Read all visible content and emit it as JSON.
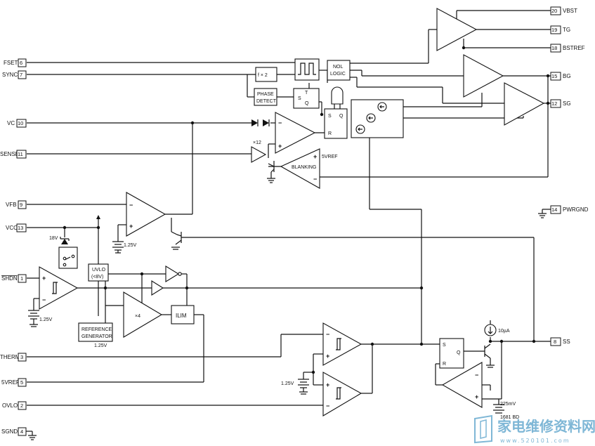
{
  "pins": {
    "fset": {
      "name": "FSET",
      "num": "6"
    },
    "sync": {
      "name": "SYNC",
      "num": "7"
    },
    "vc": {
      "name": "VC",
      "num": "10"
    },
    "sense": {
      "name": "SENSE",
      "num": "11"
    },
    "vfb": {
      "name": "VFB",
      "num": "9"
    },
    "vcc": {
      "name": "VCC",
      "num": "13"
    },
    "shdn": {
      "name": "SHDN",
      "num": "1"
    },
    "therm": {
      "name": "THERM",
      "num": "3"
    },
    "vref": {
      "name": "5VREF",
      "num": "5"
    },
    "ovlo": {
      "name": "OVLO",
      "num": "2"
    },
    "sgnd": {
      "name": "SGND",
      "num": "4"
    },
    "vbst": {
      "name": "VBST",
      "num": "20"
    },
    "tg": {
      "name": "TG",
      "num": "19"
    },
    "bstref": {
      "name": "BSTREF",
      "num": "18"
    },
    "bg": {
      "name": "BG",
      "num": "15"
    },
    "sg": {
      "name": "SG",
      "num": "12"
    },
    "pwrgnd": {
      "name": "PWRGND",
      "num": "14"
    },
    "ss": {
      "name": "SS",
      "num": "8"
    }
  },
  "blocks": {
    "freq_mult": "f × 2",
    "phase_detect_1": "PHASE",
    "phase_detect_2": "DETECT",
    "ff_s": "S",
    "ff_t": "T",
    "ff_q": "Q",
    "nol_1": "NOL",
    "nol_2": "LOGIC",
    "latch_s": "S",
    "latch_q": "Q",
    "latch_r": "R",
    "blanking": "BLANKING",
    "uvlo_1": "UVLO",
    "uvlo_2": "(<8V)",
    "ref_gen_1": "REFERENCE",
    "ref_gen_2": "GENERATOR",
    "ilim": "ILIM",
    "ss_latch_s": "S",
    "ss_latch_q": "Q",
    "ss_latch_r": "R"
  },
  "labels": {
    "x12": "×12",
    "x4": "×4",
    "zener": "18V",
    "vref_blank": "5VREF",
    "ref_1v25_a": "1.25V",
    "ref_1v25_b": "1.25V",
    "ref_1v25_c": "1.25V",
    "ref_1v25_d": "1.25V",
    "i_10ua": "10µA",
    "v_225mv": "225mV",
    "plus": "+",
    "minus": "−",
    "doc_code": "1681 BD"
  },
  "watermark": {
    "text": "家电维修资料网",
    "url": "www.520101.com"
  }
}
